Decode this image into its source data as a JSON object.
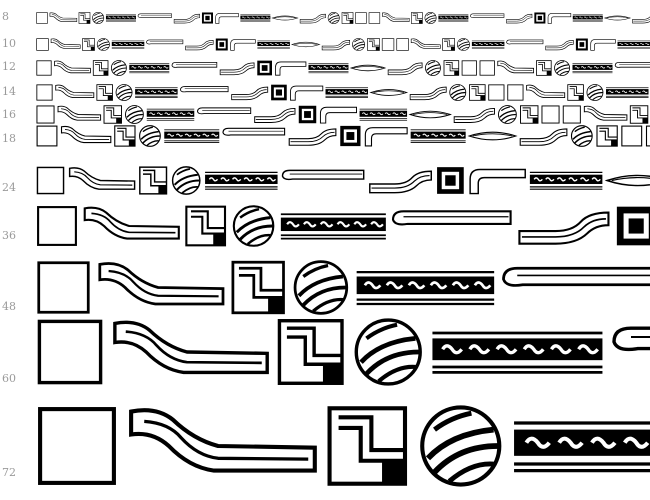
{
  "preview": {
    "sizes": [
      "8",
      "10",
      "12",
      "14",
      "16",
      "18",
      "24",
      "36",
      "48",
      "60",
      "72"
    ],
    "glyph_sequence": [
      "square-frame",
      "swoosh-bar",
      "corner-square",
      "marble-ball",
      "ornament-border",
      "plank-bar",
      "s-curve-bar",
      "framed-square",
      "hook-bar",
      "ornament-border",
      "leaf-lens",
      "s-curve-bar",
      "marble-ball",
      "corner-square",
      "square-frame"
    ],
    "colors": {
      "ink": "#000000",
      "label": "#9a9a9a",
      "background": "#ffffff"
    }
  }
}
